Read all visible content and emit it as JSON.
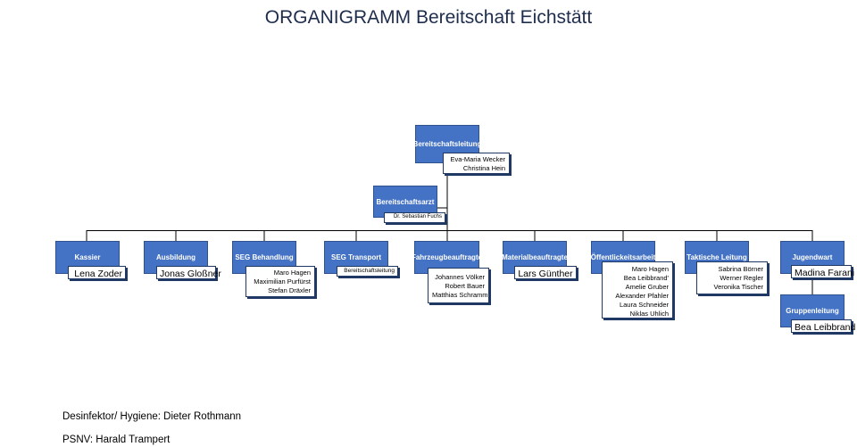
{
  "title": "ORGANIGRAMM Bereitschaft Eichstätt",
  "leitung": {
    "role": "Bereitschaftsleitung",
    "names": [
      "Eva-Maria Wecker",
      "Christina Hein"
    ]
  },
  "arzt": {
    "role": "Bereitschaftsarzt",
    "names": [
      "Dr. Sebastian Fuchs"
    ]
  },
  "units": [
    {
      "role": "Kassier",
      "names": [
        "Lena Zoder"
      ]
    },
    {
      "role": "Ausbildung",
      "names": [
        "Jonas Gloßner"
      ]
    },
    {
      "role": "SEG Behandlung",
      "names": [
        "Maro Hagen",
        "Maximilian Purfürst",
        "Stefan Dräxler"
      ]
    },
    {
      "role": "SEG Transport",
      "names": [
        "Bereitschaftsleitung"
      ]
    },
    {
      "role": "Fahrzeugbeauftragte",
      "names": [
        "Johannes Völker",
        "Robert Bauer",
        "Matthias Schramm"
      ]
    },
    {
      "role": "Materialbeauftragte",
      "names": [
        "Lars Günther"
      ]
    },
    {
      "role": "Öffentlickeitsarbeit",
      "names": [
        "Maro Hagen",
        "Bea Leibbrand'",
        "Amelie Gruber",
        "Alexander Pfahler",
        "Laura Schneider",
        "Niklas Uhlich"
      ]
    },
    {
      "role": "Taktische Leitung",
      "names": [
        "Sabrina Börner",
        "Werner Regler",
        "Veronika Tischer"
      ]
    },
    {
      "role": "Jugendwart",
      "names": [
        "Madina Farani"
      ]
    }
  ],
  "gruppenleitung": {
    "role": "Gruppenleitung",
    "names": [
      "Bea Leibbrand"
    ]
  },
  "footer": {
    "desinfektor": "Desinfektor/ Hygiene: Dieter Rothmann",
    "psnv": "PSNV: Harald Trampert"
  }
}
